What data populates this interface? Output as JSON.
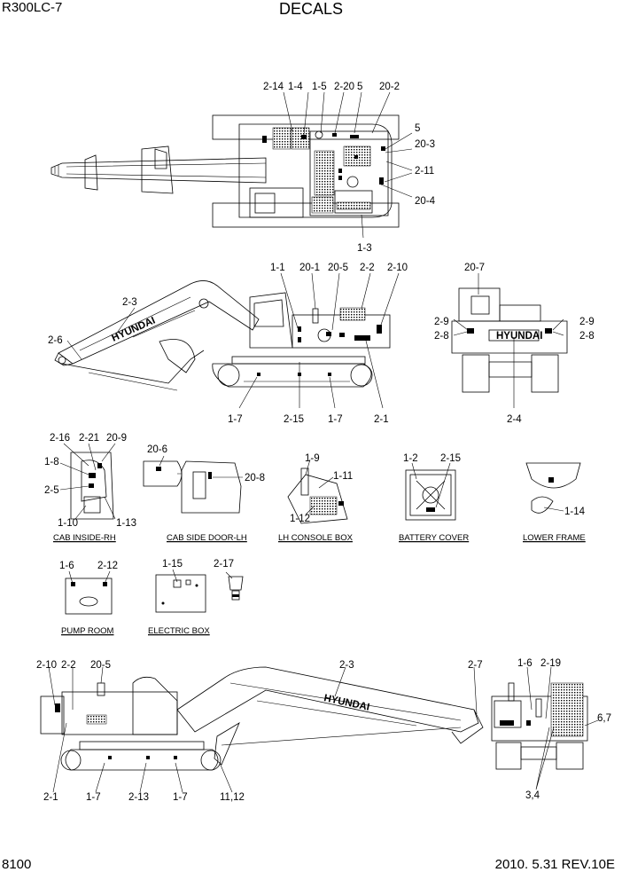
{
  "header": {
    "model": "R300LC-7",
    "title": "DECALS"
  },
  "footer": {
    "page": "8100",
    "revision": "2010. 5.31  REV.10E"
  },
  "sections": {
    "cab_inside_rh": "CAB INSIDE-RH",
    "cab_side_door_lh": "CAB SIDE DOOR-LH",
    "lh_console_box": "LH CONSOLE BOX",
    "battery_cover": "BATTERY COVER",
    "lower_frame": "LOWER FRAME",
    "pump_room": "PUMP ROOM",
    "electric_box": "ELECTRIC BOX"
  },
  "top_view": {
    "labels": [
      "2-14",
      "1-4",
      "1-5",
      "2-20",
      "5",
      "20-2",
      "5",
      "20-3",
      "2-11",
      "20-4",
      "1-3"
    ]
  },
  "left_side_view": {
    "labels": [
      "1-1",
      "20-1",
      "20-5",
      "2-2",
      "2-10",
      "2-3",
      "2-6",
      "1-7",
      "2-15",
      "1-7",
      "2-1"
    ],
    "boom_text": "HYUNDAI"
  },
  "rear_view": {
    "labels": [
      "20-7",
      "2-9",
      "2-9",
      "2-8",
      "2-8",
      "2-4"
    ],
    "brand": "HYUNDAI"
  },
  "cab_inside_rh": {
    "labels": [
      "2-16",
      "2-21",
      "20-9",
      "1-8",
      "2-5",
      "1-10",
      "1-13"
    ]
  },
  "cab_side_door_lh": {
    "labels": [
      "20-6",
      "20-8"
    ]
  },
  "lh_console_box": {
    "labels": [
      "1-9",
      "1-11",
      "1-12"
    ]
  },
  "battery_cover": {
    "labels": [
      "1-2",
      "2-15"
    ]
  },
  "lower_frame": {
    "labels": [
      "1-14"
    ]
  },
  "pump_room": {
    "labels": [
      "1-6",
      "2-12"
    ]
  },
  "electric_box": {
    "labels": [
      "1-15",
      "2-17"
    ]
  },
  "right_side_view": {
    "labels": [
      "2-10",
      "2-2",
      "20-5",
      "2-3",
      "2-7",
      "2-1",
      "1-7",
      "2-13",
      "1-7",
      "11,12"
    ],
    "boom_text": "HYUNDAI"
  },
  "front_view": {
    "labels": [
      "1-6",
      "2-19",
      "6,7",
      "3,4"
    ]
  }
}
